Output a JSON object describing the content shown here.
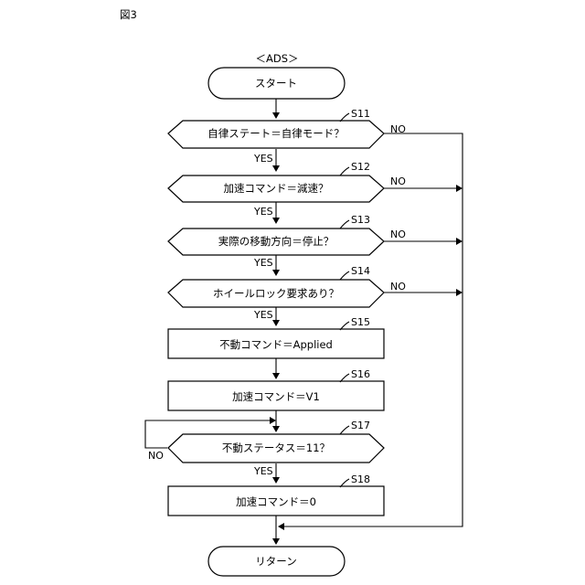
{
  "figure_label": "図3",
  "chart_title": "＜ADS＞",
  "start_label": "スタート",
  "end_label": "リターン",
  "yes_label": "YES",
  "no_label": "NO",
  "steps": [
    {
      "id": "S11",
      "type": "decision",
      "text": "自律ステート＝自律モード？"
    },
    {
      "id": "S12",
      "type": "decision",
      "text": "加速コマンド＝減速？"
    },
    {
      "id": "S13",
      "type": "decision",
      "text": "実際の移動方向＝停止？"
    },
    {
      "id": "S14",
      "type": "decision",
      "text": "ホイールロック要求あり？"
    },
    {
      "id": "S15",
      "type": "process",
      "text": "不動コマンド＝Applied"
    },
    {
      "id": "S16",
      "type": "process",
      "text": "加速コマンド＝V1"
    },
    {
      "id": "S17",
      "type": "decision",
      "text": "不動ステータス＝11？"
    },
    {
      "id": "S18",
      "type": "process",
      "text": "加速コマンド＝0"
    }
  ]
}
